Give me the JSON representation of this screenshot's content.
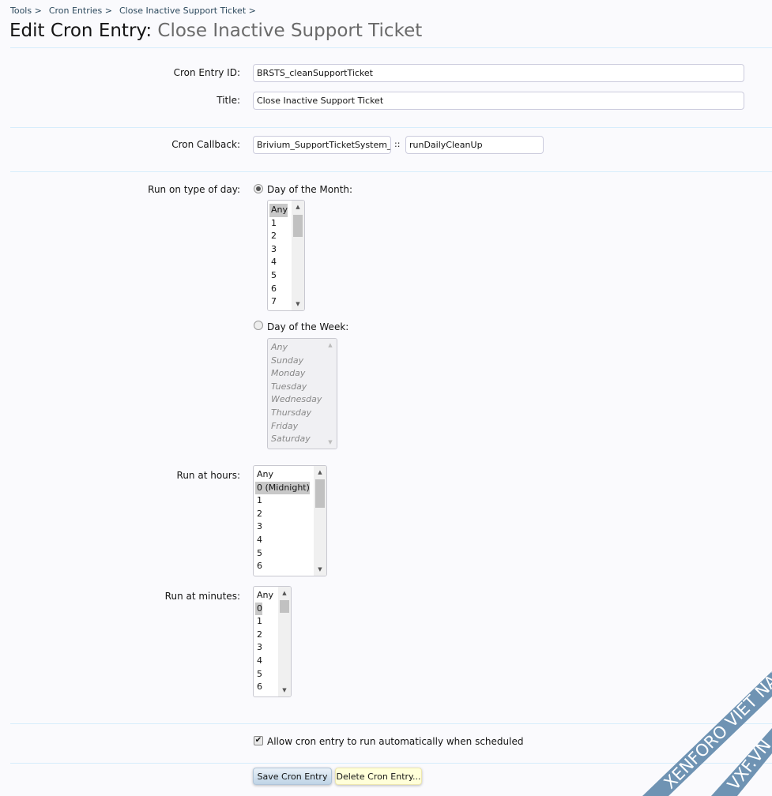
{
  "breadcrumb": [
    "Tools >",
    "Cron Entries >",
    "Close Inactive Support Ticket >"
  ],
  "header": {
    "title_prefix": "Edit Cron Entry:",
    "title_name": "Close Inactive Support Ticket"
  },
  "form": {
    "entry_id": {
      "label": "Cron Entry ID:",
      "value": "BRSTS_cleanSupportTicket"
    },
    "title": {
      "label": "Title:",
      "value": "Close Inactive Support Ticket"
    },
    "callback": {
      "label": "Cron Callback:",
      "class_value": "Brivium_SupportTicketSystem_CronEntry_CleanUp",
      "separator": "::",
      "method_value": "runDailyCleanUp"
    },
    "day_type": {
      "label": "Run on type of day:",
      "month_label": "Day of the Month:",
      "week_label": "Day of the Week:",
      "selected": "month",
      "month_options": [
        "Any",
        "1",
        "2",
        "3",
        "4",
        "5",
        "6",
        "7"
      ],
      "month_selected": "Any",
      "week_options": [
        "Any",
        "Sunday",
        "Monday",
        "Tuesday",
        "Wednesday",
        "Thursday",
        "Friday",
        "Saturday"
      ]
    },
    "hours": {
      "label": "Run at hours:",
      "options": [
        "Any",
        "0 (Midnight)",
        "1",
        "2",
        "3",
        "4",
        "5",
        "6"
      ],
      "selected": "0 (Midnight)"
    },
    "minutes": {
      "label": "Run at minutes:",
      "options": [
        "Any",
        "0",
        "1",
        "2",
        "3",
        "4",
        "5",
        "6"
      ],
      "selected": "0"
    },
    "active": {
      "label": "Allow cron entry to run automatically when scheduled",
      "checked": true
    },
    "save_label": "Save Cron Entry",
    "delete_label": "Delete Cron Entry..."
  },
  "watermark": {
    "line1": "XENFORO VIET NAM",
    "line2": "VXF.VN",
    "color": "#6f93b3"
  }
}
